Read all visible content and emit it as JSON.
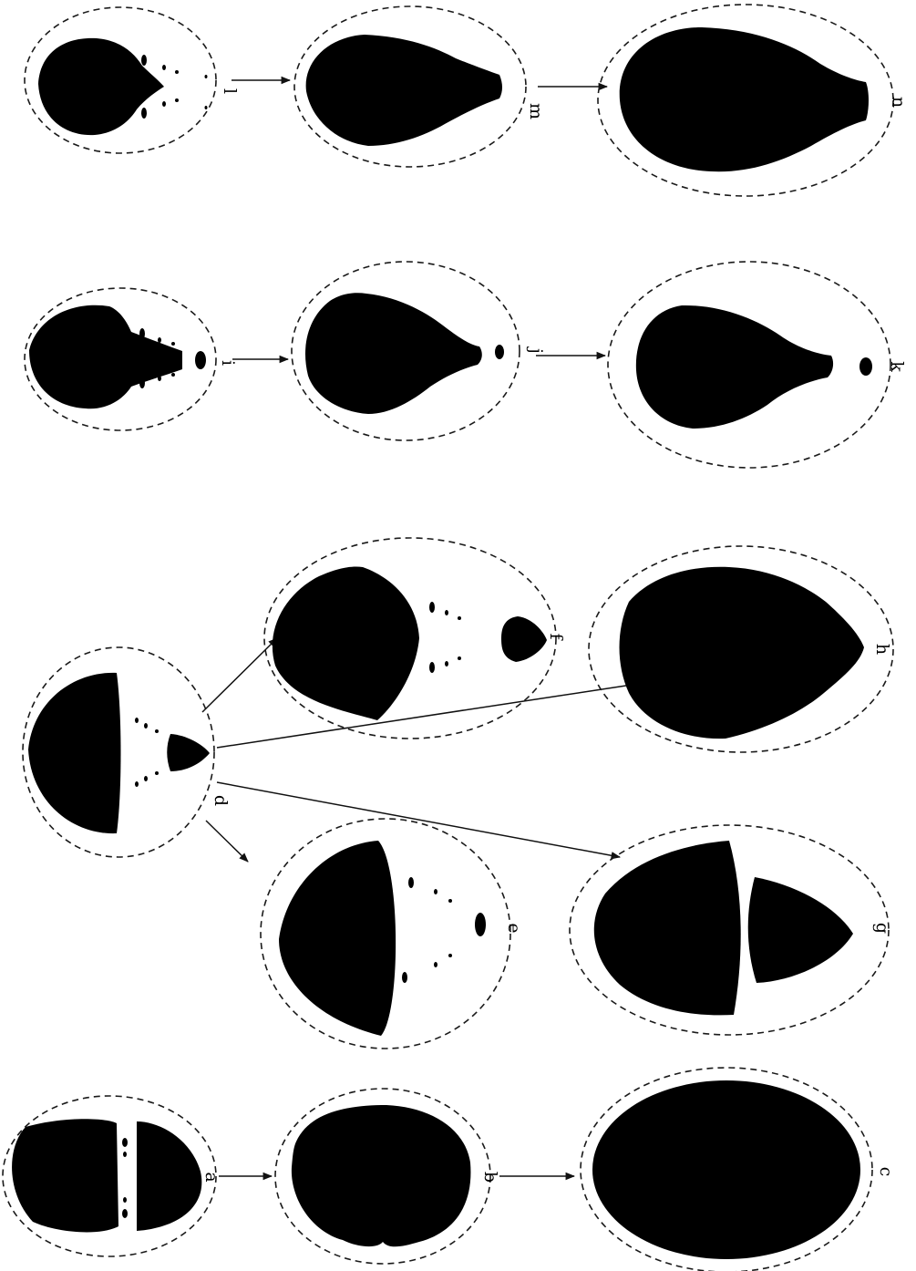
{
  "figure": {
    "labels": {
      "a": "a",
      "b": "b",
      "c": "c",
      "d": "d",
      "e": "e",
      "f": "f",
      "g": "g",
      "h": "h",
      "i": "i",
      "j": "j",
      "k": "k",
      "l": "l",
      "m": "m",
      "n": "n"
    },
    "colors": {
      "background": "#ffffff",
      "fill": "#000000",
      "outline": "#1a1a1a"
    }
  }
}
